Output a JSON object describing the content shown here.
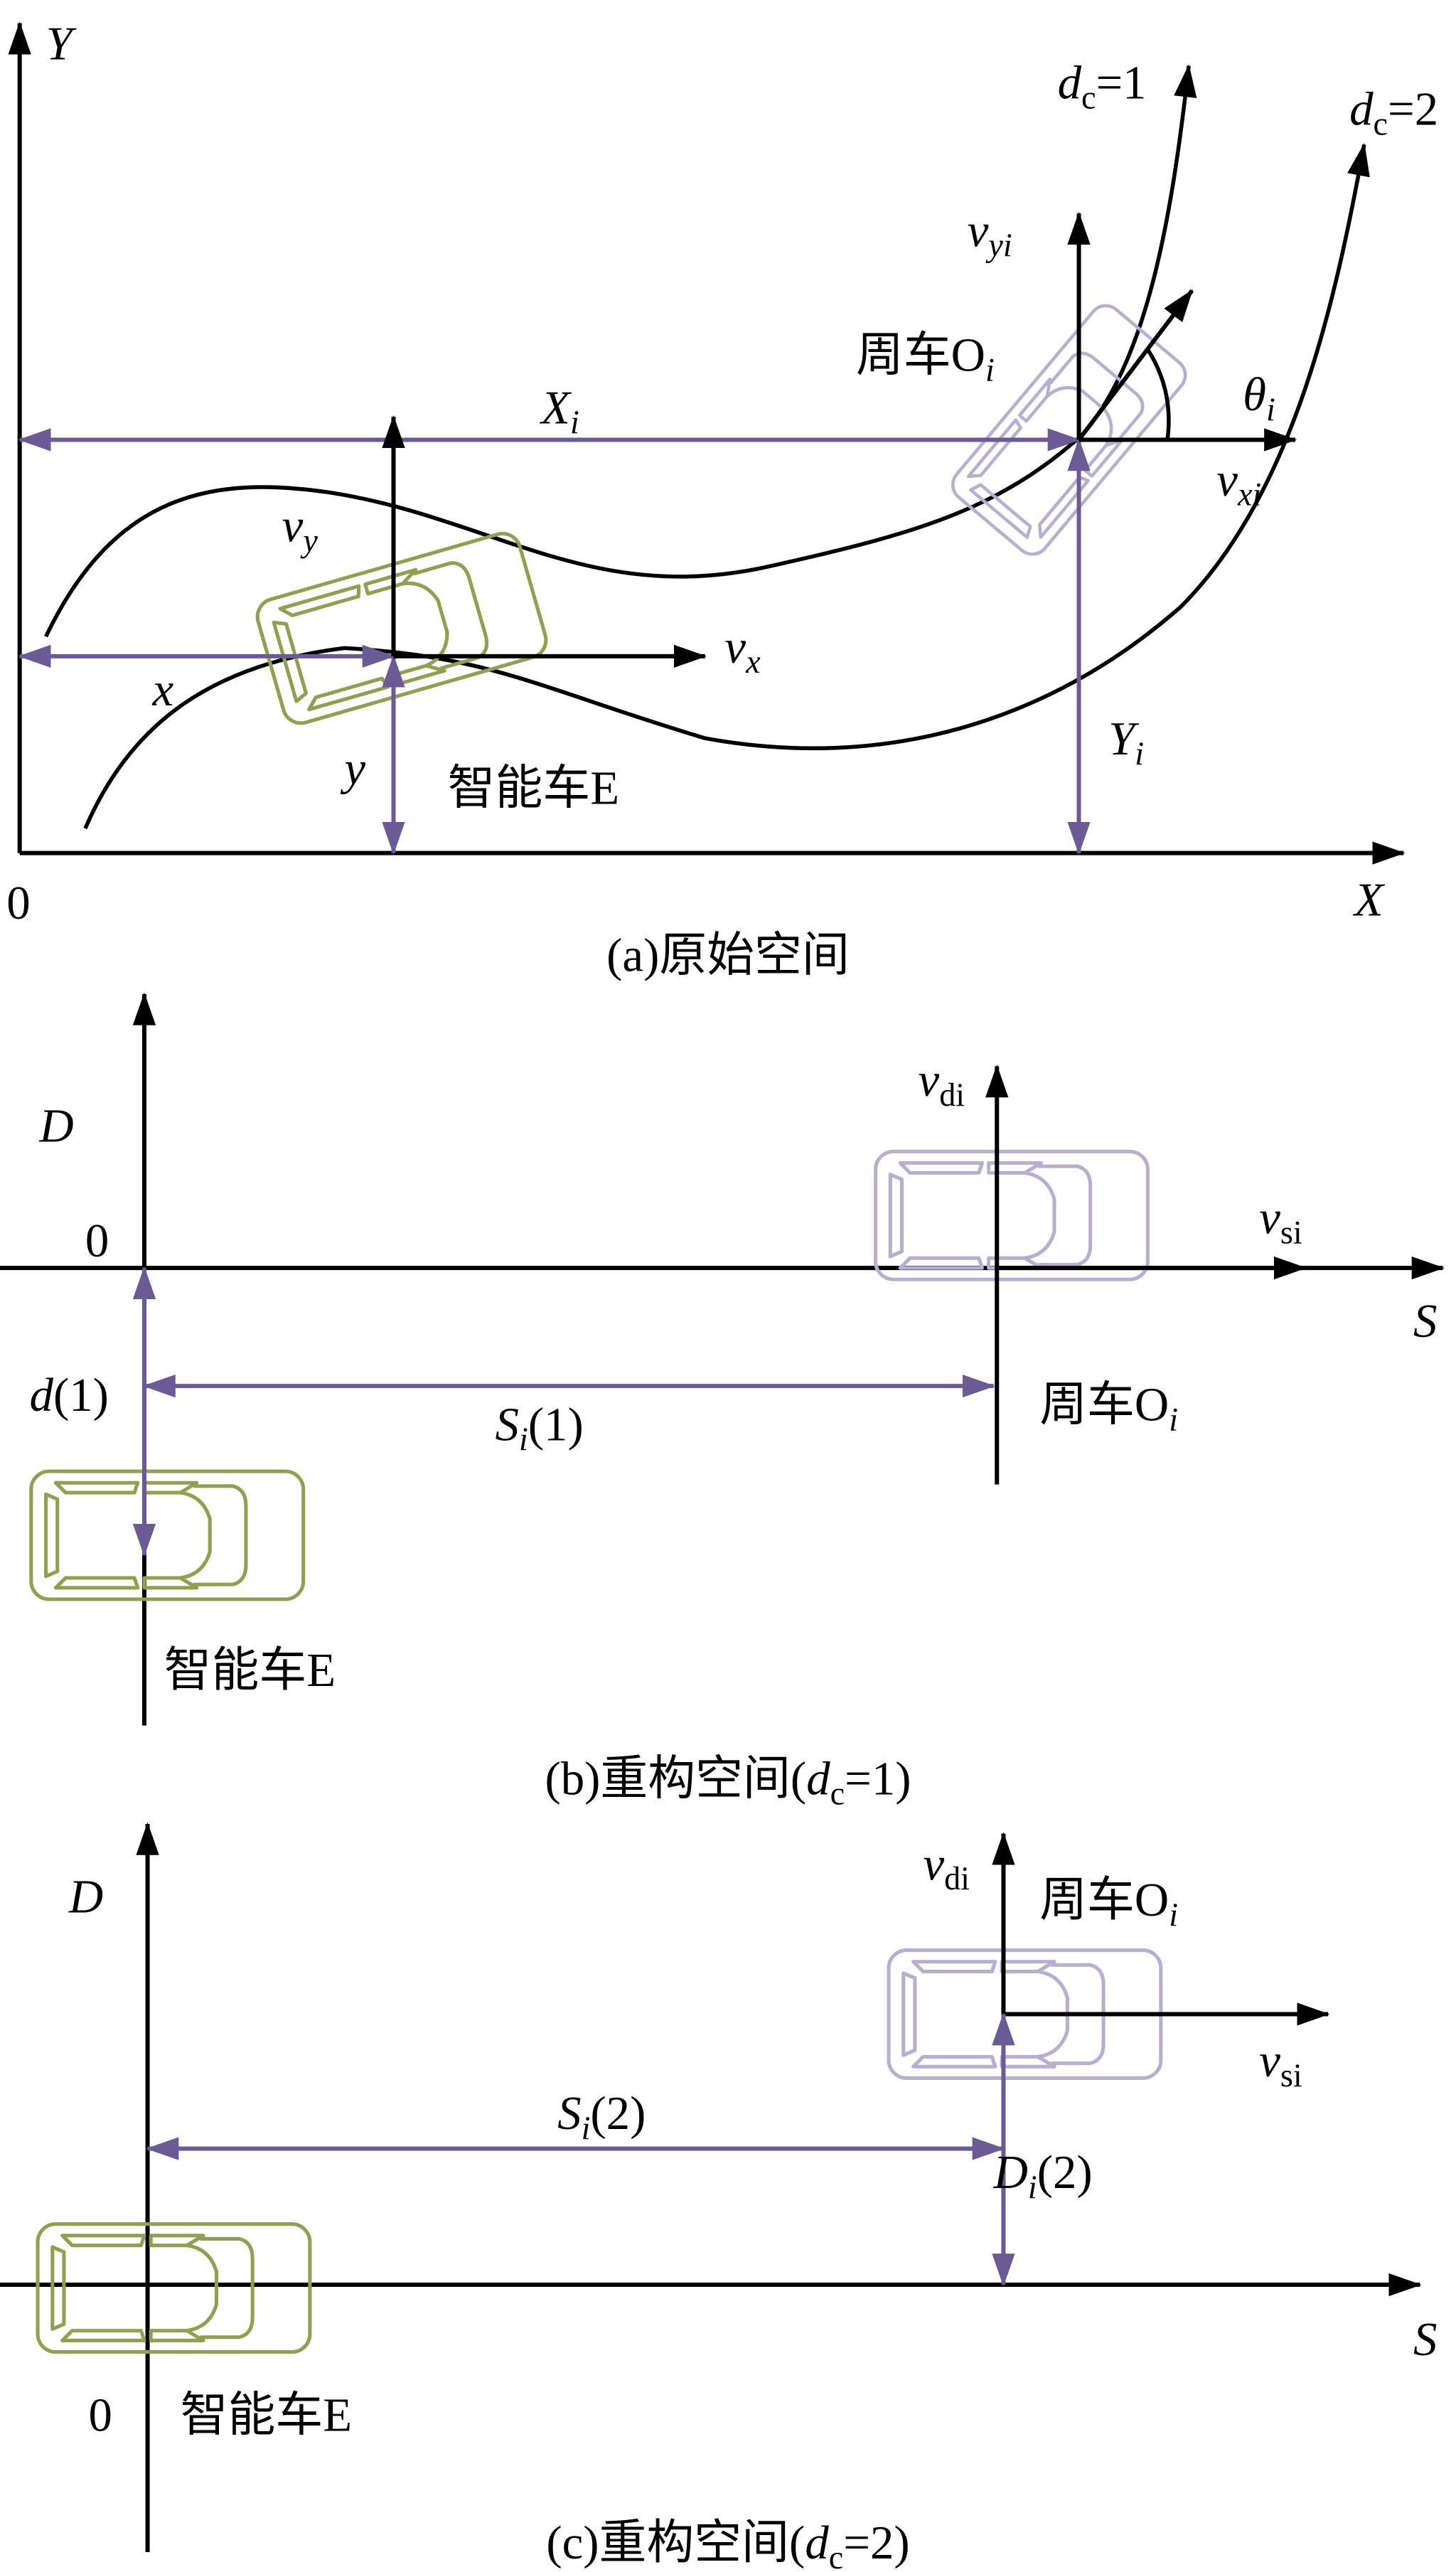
{
  "colors": {
    "ego_car": "#8fa050",
    "other_car": "#b7aed0",
    "measure_arrow": "#6a5a95",
    "axis": "#000000"
  },
  "panel_a": {
    "caption": "(a)原始空间",
    "axis_y": "Y",
    "axis_x": "X",
    "origin": "0",
    "curve_1": {
      "main": "d",
      "sub": "c",
      "rest": "=1"
    },
    "curve_2": {
      "main": "d",
      "sub": "c",
      "rest": "=2"
    },
    "Xi": {
      "main": "X",
      "sub": "i"
    },
    "Yi": {
      "main": "Y",
      "sub": "i"
    },
    "x": "x",
    "y": "y",
    "vx": {
      "main": "v",
      "sub": "x"
    },
    "vy": {
      "main": "v",
      "sub": "y"
    },
    "vxi": {
      "main": "v",
      "sub": "xi"
    },
    "vyi": {
      "main": "v",
      "sub": "yi"
    },
    "theta": {
      "main": "θ",
      "sub": "i"
    },
    "ego_label": "智能车E",
    "other_label": {
      "main": "周车O",
      "sub": "i"
    }
  },
  "panel_b": {
    "caption": {
      "pre": "(b)重构空间(",
      "main": "d",
      "sub": "c",
      "rest": "=1)"
    },
    "axis_d": "D",
    "axis_s": "S",
    "origin": "0",
    "vdi": {
      "main": "v",
      "sub": "di"
    },
    "vsi": {
      "main": "v",
      "sub": "si"
    },
    "d1": {
      "main": "d",
      "rest": "(1)"
    },
    "Si1": {
      "main": "S",
      "sub": "i",
      "rest": "(1)"
    },
    "ego_label": "智能车E",
    "other_label": {
      "main": "周车O",
      "sub": "i"
    }
  },
  "panel_c": {
    "caption": {
      "pre": "(c)重构空间(",
      "main": "d",
      "sub": "c",
      "rest": "=2)"
    },
    "axis_d": "D",
    "axis_s": "S",
    "origin": "0",
    "vdi": {
      "main": "v",
      "sub": "di"
    },
    "vsi": {
      "main": "v",
      "sub": "si"
    },
    "Si2": {
      "main": "S",
      "sub": "i",
      "rest": "(2)"
    },
    "Di2": {
      "main": "D",
      "sub": "i",
      "rest": "(2)"
    },
    "ego_label": "智能车E",
    "other_label": {
      "main": "周车O",
      "sub": "i"
    }
  }
}
